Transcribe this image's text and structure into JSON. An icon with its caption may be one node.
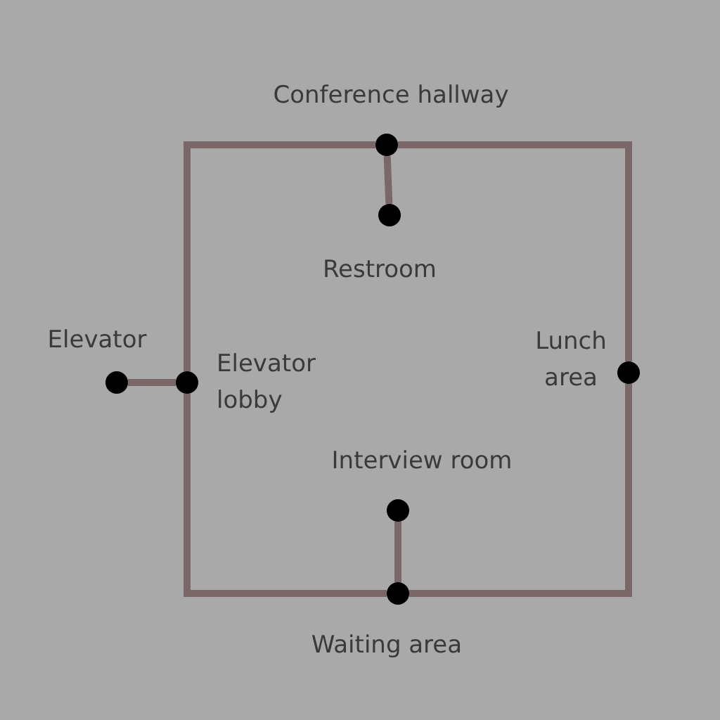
{
  "diagram": {
    "nodes": [
      {
        "text": [
          "Conference hallway"
        ]
      },
      {
        "text": [
          "Restroom"
        ]
      },
      {
        "text": [
          "Elevator"
        ]
      },
      {
        "text": [
          "Elevator lobby"
        ]
      },
      {
        "text": [
          "Lunch area"
        ]
      },
      {
        "text": [
          "Interview room"
        ]
      },
      {
        "text": [
          "Waiting area"
        ]
      }
    ],
    "edges": [
      {
        "from": 0,
        "to": 1,
        "arrow": "none"
      },
      {
        "from": 2,
        "to": 3,
        "arrow": "none"
      },
      {
        "from": 5,
        "to": 6,
        "arrow": "none"
      },
      {
        "from": 0,
        "to": 4,
        "arrow": "none"
      },
      {
        "from": 4,
        "to": 6,
        "arrow": "none"
      },
      {
        "from": 6,
        "to": 3,
        "arrow": "none"
      },
      {
        "from": 3,
        "to": 0,
        "arrow": "none"
      }
    ]
  }
}
